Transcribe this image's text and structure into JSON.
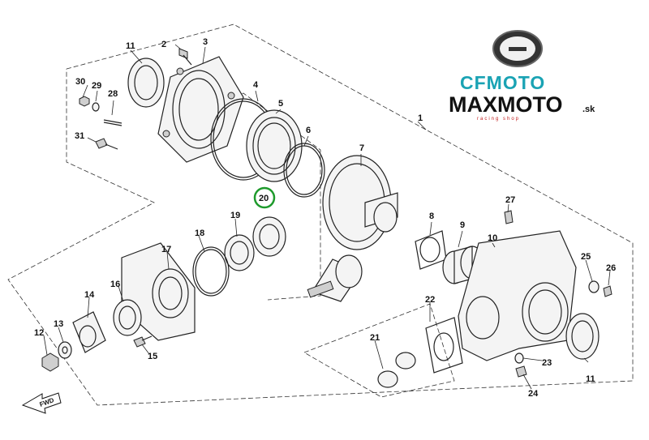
{
  "brand": {
    "name": "CFMOTO",
    "shop_name": "MAXMOTO",
    "shop_domain": ".sk",
    "shop_tagline": "racing shop",
    "brand_color": "#1aa3b4",
    "shop_color": "#111111",
    "tagline_color": "#c21d1d"
  },
  "direction_marker": "FWD",
  "highlight": {
    "part_number": "20",
    "ring_color": "#1e9a2c"
  },
  "callouts": [
    "1",
    "2",
    "3",
    "4",
    "5",
    "6",
    "7",
    "8",
    "9",
    "10",
    "11",
    "11",
    "12",
    "13",
    "14",
    "15",
    "16",
    "17",
    "18",
    "19",
    "20",
    "21",
    "22",
    "23",
    "24",
    "25",
    "26",
    "27",
    "28",
    "29",
    "30",
    "31"
  ]
}
